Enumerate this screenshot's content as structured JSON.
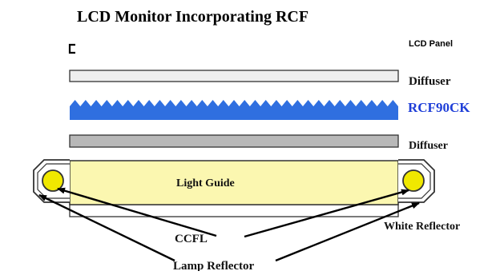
{
  "title": "LCD Monitor Incorporating RCF",
  "labels": {
    "lcd_panel": "LCD Panel",
    "diffuser_top": "Diffuser",
    "rcf": "RCF90CK",
    "diffuser_bottom": "Diffuser",
    "light_guide": "Light Guide",
    "white_reflector": "White Reflector",
    "ccfl": "CCFL",
    "lamp_reflector": "Lamp Reflector"
  },
  "colors": {
    "rcf_film": "#2f6fe0",
    "rcf_text": "#1f3fd8",
    "diffuser_top_fill": "#efefef",
    "diffuser_bottom_fill": "#b8b8b8",
    "light_guide_fill": "#fbf7b0",
    "lamp_fill": "#f0e800"
  }
}
